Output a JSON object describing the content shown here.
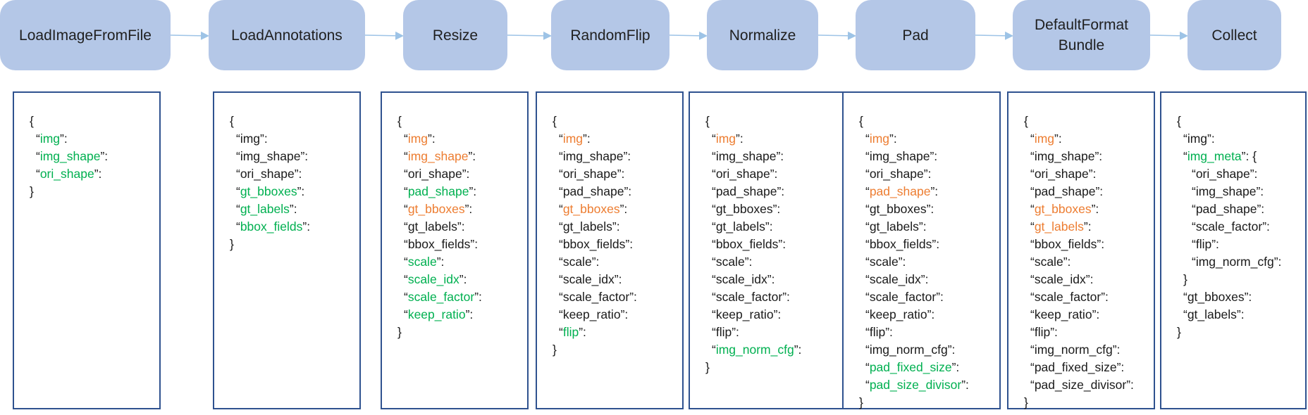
{
  "colors": {
    "stage_fill": "#b4c7e7",
    "panel_border": "#2f528f",
    "arrow": "#9dc3e6",
    "added_key": "#00b050",
    "modified_key": "#ed7d31"
  },
  "stages": [
    {
      "label": "LoadImageFromFile"
    },
    {
      "label": "LoadAnnotations"
    },
    {
      "label": "Resize"
    },
    {
      "label": "RandomFlip"
    },
    {
      "label": "Normalize"
    },
    {
      "label": "Pad"
    },
    {
      "label": "DefaultFormat\nBundle"
    },
    {
      "label": "Collect"
    }
  ],
  "panels": [
    {
      "lines": [
        {
          "text": "{",
          "kind": "plain"
        },
        {
          "text": "img",
          "kind": "green",
          "indent": 1
        },
        {
          "text": "img_shape",
          "kind": "green",
          "indent": 1
        },
        {
          "text": "ori_shape",
          "kind": "green",
          "indent": 1
        },
        {
          "text": "}",
          "kind": "plain"
        }
      ]
    },
    {
      "lines": [
        {
          "text": "{",
          "kind": "plain"
        },
        {
          "text": "img",
          "kind": "plain",
          "indent": 1
        },
        {
          "text": "img_shape",
          "kind": "plain",
          "indent": 1
        },
        {
          "text": "ori_shape",
          "kind": "plain",
          "indent": 1
        },
        {
          "text": "gt_bboxes",
          "kind": "green",
          "indent": 1
        },
        {
          "text": "gt_labels",
          "kind": "green",
          "indent": 1
        },
        {
          "text": "bbox_fields",
          "kind": "green",
          "indent": 1
        },
        {
          "text": "}",
          "kind": "plain"
        }
      ]
    },
    {
      "lines": [
        {
          "text": "{",
          "kind": "plain"
        },
        {
          "text": "img",
          "kind": "orange",
          "indent": 1
        },
        {
          "text": "img_shape",
          "kind": "orange",
          "indent": 1
        },
        {
          "text": "ori_shape",
          "kind": "plain",
          "indent": 1
        },
        {
          "text": "pad_shape",
          "kind": "green",
          "indent": 1
        },
        {
          "text": "gt_bboxes",
          "kind": "orange",
          "indent": 1
        },
        {
          "text": "gt_labels",
          "kind": "plain",
          "indent": 1
        },
        {
          "text": "bbox_fields",
          "kind": "plain",
          "indent": 1
        },
        {
          "text": "scale",
          "kind": "green",
          "indent": 1
        },
        {
          "text": "scale_idx",
          "kind": "green",
          "indent": 1
        },
        {
          "text": "scale_factor",
          "kind": "green",
          "indent": 1
        },
        {
          "text": "keep_ratio",
          "kind": "green",
          "indent": 1
        },
        {
          "text": "}",
          "kind": "plain"
        }
      ]
    },
    {
      "lines": [
        {
          "text": "{",
          "kind": "plain"
        },
        {
          "text": "img",
          "kind": "orange",
          "indent": 1
        },
        {
          "text": "img_shape",
          "kind": "plain",
          "indent": 1
        },
        {
          "text": "ori_shape",
          "kind": "plain",
          "indent": 1
        },
        {
          "text": "pad_shape",
          "kind": "plain",
          "indent": 1
        },
        {
          "text": "gt_bboxes",
          "kind": "orange",
          "indent": 1
        },
        {
          "text": "gt_labels",
          "kind": "plain",
          "indent": 1
        },
        {
          "text": "bbox_fields",
          "kind": "plain",
          "indent": 1
        },
        {
          "text": "scale",
          "kind": "plain",
          "indent": 1
        },
        {
          "text": "scale_idx",
          "kind": "plain",
          "indent": 1
        },
        {
          "text": "scale_factor",
          "kind": "plain",
          "indent": 1
        },
        {
          "text": "keep_ratio",
          "kind": "plain",
          "indent": 1
        },
        {
          "text": "flip",
          "kind": "green",
          "indent": 1
        },
        {
          "text": "}",
          "kind": "plain"
        }
      ]
    },
    {
      "lines": [
        {
          "text": "{",
          "kind": "plain"
        },
        {
          "text": "img",
          "kind": "orange",
          "indent": 1
        },
        {
          "text": "img_shape",
          "kind": "plain",
          "indent": 1
        },
        {
          "text": "ori_shape",
          "kind": "plain",
          "indent": 1
        },
        {
          "text": "pad_shape",
          "kind": "plain",
          "indent": 1
        },
        {
          "text": "gt_bboxes",
          "kind": "plain",
          "indent": 1
        },
        {
          "text": "gt_labels",
          "kind": "plain",
          "indent": 1
        },
        {
          "text": "bbox_fields",
          "kind": "plain",
          "indent": 1
        },
        {
          "text": "scale",
          "kind": "plain",
          "indent": 1
        },
        {
          "text": "scale_idx",
          "kind": "plain",
          "indent": 1
        },
        {
          "text": "scale_factor",
          "kind": "plain",
          "indent": 1
        },
        {
          "text": "keep_ratio",
          "kind": "plain",
          "indent": 1
        },
        {
          "text": "flip",
          "kind": "plain",
          "indent": 1
        },
        {
          "text": "img_norm_cfg",
          "kind": "green",
          "indent": 1
        },
        {
          "text": "}",
          "kind": "plain"
        }
      ]
    },
    {
      "lines": [
        {
          "text": "{",
          "kind": "plain"
        },
        {
          "text": "img",
          "kind": "orange",
          "indent": 1
        },
        {
          "text": "img_shape",
          "kind": "plain",
          "indent": 1
        },
        {
          "text": "ori_shape",
          "kind": "plain",
          "indent": 1
        },
        {
          "text": "pad_shape",
          "kind": "orange",
          "indent": 1
        },
        {
          "text": "gt_bboxes",
          "kind": "plain",
          "indent": 1
        },
        {
          "text": "gt_labels",
          "kind": "plain",
          "indent": 1
        },
        {
          "text": "bbox_fields",
          "kind": "plain",
          "indent": 1
        },
        {
          "text": "scale",
          "kind": "plain",
          "indent": 1
        },
        {
          "text": "scale_idx",
          "kind": "plain",
          "indent": 1
        },
        {
          "text": "scale_factor",
          "kind": "plain",
          "indent": 1
        },
        {
          "text": "keep_ratio",
          "kind": "plain",
          "indent": 1
        },
        {
          "text": "flip",
          "kind": "plain",
          "indent": 1
        },
        {
          "text": "img_norm_cfg",
          "kind": "plain",
          "indent": 1
        },
        {
          "text": "pad_fixed_size",
          "kind": "green",
          "indent": 1
        },
        {
          "text": "pad_size_divisor",
          "kind": "green",
          "indent": 1
        },
        {
          "text": "}",
          "kind": "plain"
        }
      ]
    },
    {
      "lines": [
        {
          "text": "{",
          "kind": "plain"
        },
        {
          "text": "img",
          "kind": "orange",
          "indent": 1
        },
        {
          "text": "img_shape",
          "kind": "plain",
          "indent": 1
        },
        {
          "text": "ori_shape",
          "kind": "plain",
          "indent": 1
        },
        {
          "text": "pad_shape",
          "kind": "plain",
          "indent": 1
        },
        {
          "text": "gt_bboxes",
          "kind": "orange",
          "indent": 1
        },
        {
          "text": "gt_labels",
          "kind": "orange",
          "indent": 1
        },
        {
          "text": "bbox_fields",
          "kind": "plain",
          "indent": 1
        },
        {
          "text": "scale",
          "kind": "plain",
          "indent": 1
        },
        {
          "text": "scale_idx",
          "kind": "plain",
          "indent": 1
        },
        {
          "text": "scale_factor",
          "kind": "plain",
          "indent": 1
        },
        {
          "text": "keep_ratio",
          "kind": "plain",
          "indent": 1
        },
        {
          "text": "flip",
          "kind": "plain",
          "indent": 1
        },
        {
          "text": "img_norm_cfg",
          "kind": "plain",
          "indent": 1
        },
        {
          "text": "pad_fixed_size",
          "kind": "plain",
          "indent": 1
        },
        {
          "text": "pad_size_divisor",
          "kind": "plain",
          "indent": 1
        },
        {
          "text": "}",
          "kind": "plain"
        }
      ]
    },
    {
      "lines": [
        {
          "text": "{",
          "kind": "plain"
        },
        {
          "text": "img",
          "kind": "plain",
          "indent": 1
        },
        {
          "text": "img_meta",
          "kind": "green",
          "indent": 1,
          "suffix": ": {"
        },
        {
          "text": "ori_shape",
          "kind": "plain",
          "indent": 2
        },
        {
          "text": "img_shape",
          "kind": "plain",
          "indent": 2
        },
        {
          "text": "pad_shape",
          "kind": "plain",
          "indent": 2
        },
        {
          "text": "scale_factor",
          "kind": "plain",
          "indent": 2
        },
        {
          "text": "flip",
          "kind": "plain",
          "indent": 2
        },
        {
          "text": "img_norm_cfg",
          "kind": "plain",
          "indent": 2
        },
        {
          "text": "}",
          "kind": "plain",
          "indent": 1
        },
        {
          "text": "gt_bboxes",
          "kind": "plain",
          "indent": 1
        },
        {
          "text": "gt_labels",
          "kind": "plain",
          "indent": 1
        },
        {
          "text": "}",
          "kind": "plain"
        }
      ]
    }
  ]
}
